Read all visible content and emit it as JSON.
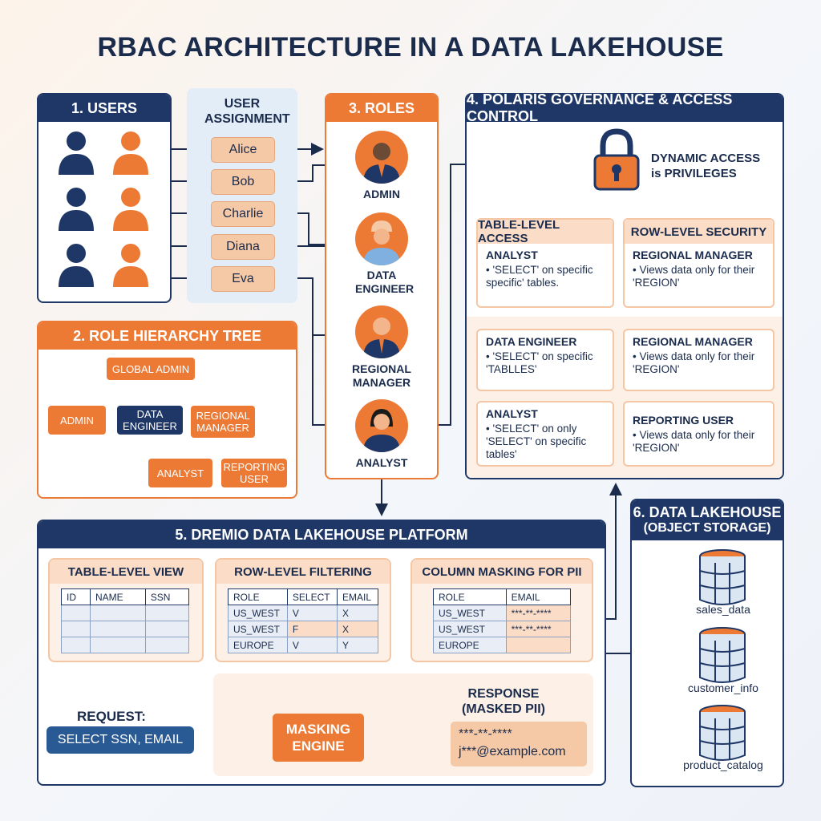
{
  "title": "RBAC ARCHITECTURE IN A DATA LAKEHOUSE",
  "users": {
    "header": "1. USERS",
    "assignment_header": "USER ASSIGNMENT",
    "names": [
      "Alice",
      "Bob",
      "Charlie",
      "Diana",
      "Eva"
    ]
  },
  "hierarchy": {
    "header": "2. ROLE HIERARCHY TREE",
    "root": "GLOBAL ADMIN",
    "level1": [
      "ADMIN",
      "DATA ENGINEER",
      "REGIONAL MANAGER"
    ],
    "level2": [
      "ANALYST",
      "REPORTING USER"
    ]
  },
  "roles": {
    "header": "3. ROLES",
    "items": [
      "ADMIN",
      "DATA ENGINEER",
      "REGIONAL MANAGER",
      "ANALYST"
    ]
  },
  "polaris": {
    "header": "4. POLARIS GOVERNANCE & ACCESS CONTROL",
    "lock_caption": "DYNAMIC ACCESS is PRIVILEGES",
    "table_level_header": "TABLE-LEVEL ACCESS",
    "row_level_header": "ROW-LEVEL SECURITY",
    "cards": [
      {
        "title": "ANALYST",
        "text": "• 'SELECT' on specific specific' tables."
      },
      {
        "title": "REGIONAL MANAGER",
        "text": "• Views data only for their 'REGION'"
      },
      {
        "title": "DATA ENGINEER",
        "text": "• 'SELECT' on specific 'TABLLES'"
      },
      {
        "title": "REGIONAL MANAGER",
        "text": "• Views data only for their 'REGION'"
      },
      {
        "title": "ANALYST",
        "text": "• 'SELECT' on only 'SELECT' on specific tables'"
      },
      {
        "title": "REPORTING USER",
        "text": "• Views data only for their 'REGION'"
      }
    ]
  },
  "dremio": {
    "header": "5. DREMIO DATA LAKEHOUSE PLATFORM",
    "table_view": {
      "header": "TABLE-LEVEL VIEW",
      "columns": [
        "ID",
        "NAME",
        "SSN"
      ]
    },
    "row_filter": {
      "header": "ROW-LEVEL FILTERING",
      "columns": [
        "ROLE",
        "SELECT",
        "EMAIL"
      ],
      "rows": [
        [
          "US_WEST",
          "V",
          "X"
        ],
        [
          "US_WEST",
          "F",
          "X"
        ],
        [
          "EUROPE",
          "V",
          "Y"
        ]
      ]
    },
    "masking": {
      "header": "COLUMN MASKING FOR PII",
      "columns": [
        "ROLE",
        "EMAIL"
      ],
      "rows": [
        [
          "US_WEST",
          "***-**-****"
        ],
        [
          "US_WEST",
          "***-**-****"
        ],
        [
          "EUROPE",
          ""
        ]
      ]
    },
    "request_label": "REQUEST:",
    "request_query": "SELECT SSN, EMAIL",
    "engine_label": "MASKING ENGINE",
    "response_label": "RESPONSE (MASKED PII)",
    "response_lines": [
      "***-**-****",
      "j***@example.com"
    ]
  },
  "lakehouse": {
    "header": "6. DATA LAKEHOUSE",
    "subheader": "(OBJECT STORAGE)",
    "datasets": [
      "sales_data",
      "customer_info",
      "product_catalog"
    ]
  },
  "colors": {
    "navy": "#1f3766",
    "orange": "#ec7a35",
    "peach": "#fbdcc6",
    "light_blue": "#e3edf8"
  }
}
